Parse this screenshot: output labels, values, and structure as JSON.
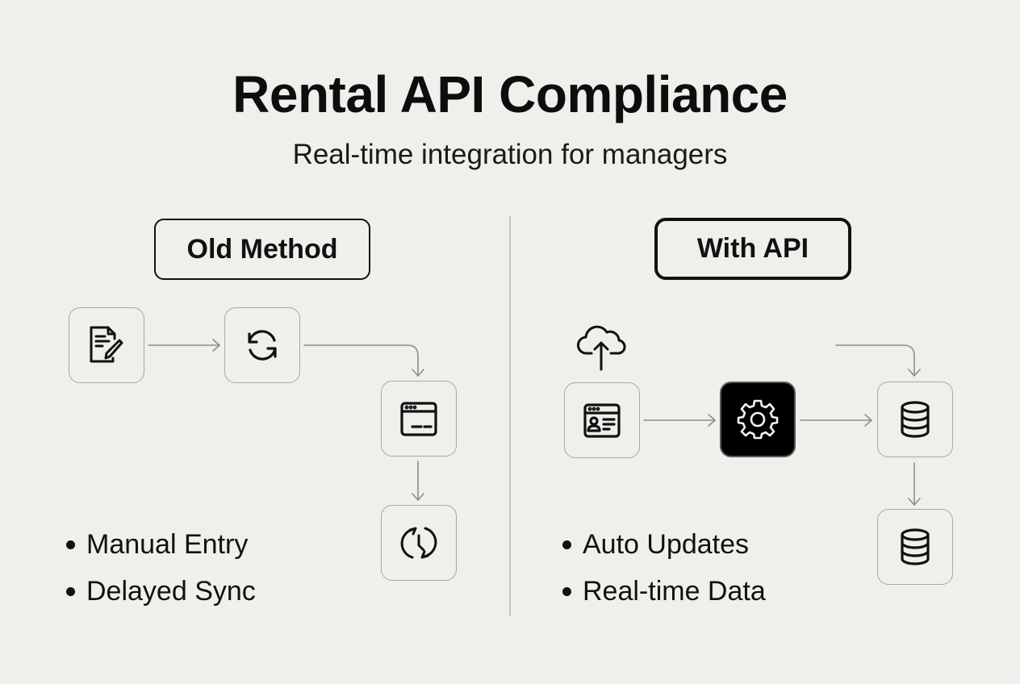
{
  "header": {
    "title": "Rental API Compliance",
    "subtitle": "Real-time integration for managers"
  },
  "old_method": {
    "label": "Old Method",
    "nodes": [
      {
        "icon": "document-edit-icon"
      },
      {
        "icon": "refresh-icon"
      },
      {
        "icon": "browser-window-icon"
      },
      {
        "icon": "clock-sync-icon"
      }
    ],
    "bullets": [
      "Manual Entry",
      "Delayed Sync"
    ]
  },
  "with_api": {
    "label": "With API",
    "upload_icon": "cloud-upload-icon",
    "nodes": [
      {
        "icon": "profile-window-icon"
      },
      {
        "icon": "gear-icon"
      },
      {
        "icon": "database-icon"
      },
      {
        "icon": "database-icon"
      }
    ],
    "bullets": [
      "Auto Updates",
      "Real-time Data"
    ]
  },
  "colors": {
    "background": "#efefeb",
    "ink": "#111111",
    "connector": "#8e8e89",
    "node_border": "#a8a8a3",
    "accent_node": "#000000"
  }
}
